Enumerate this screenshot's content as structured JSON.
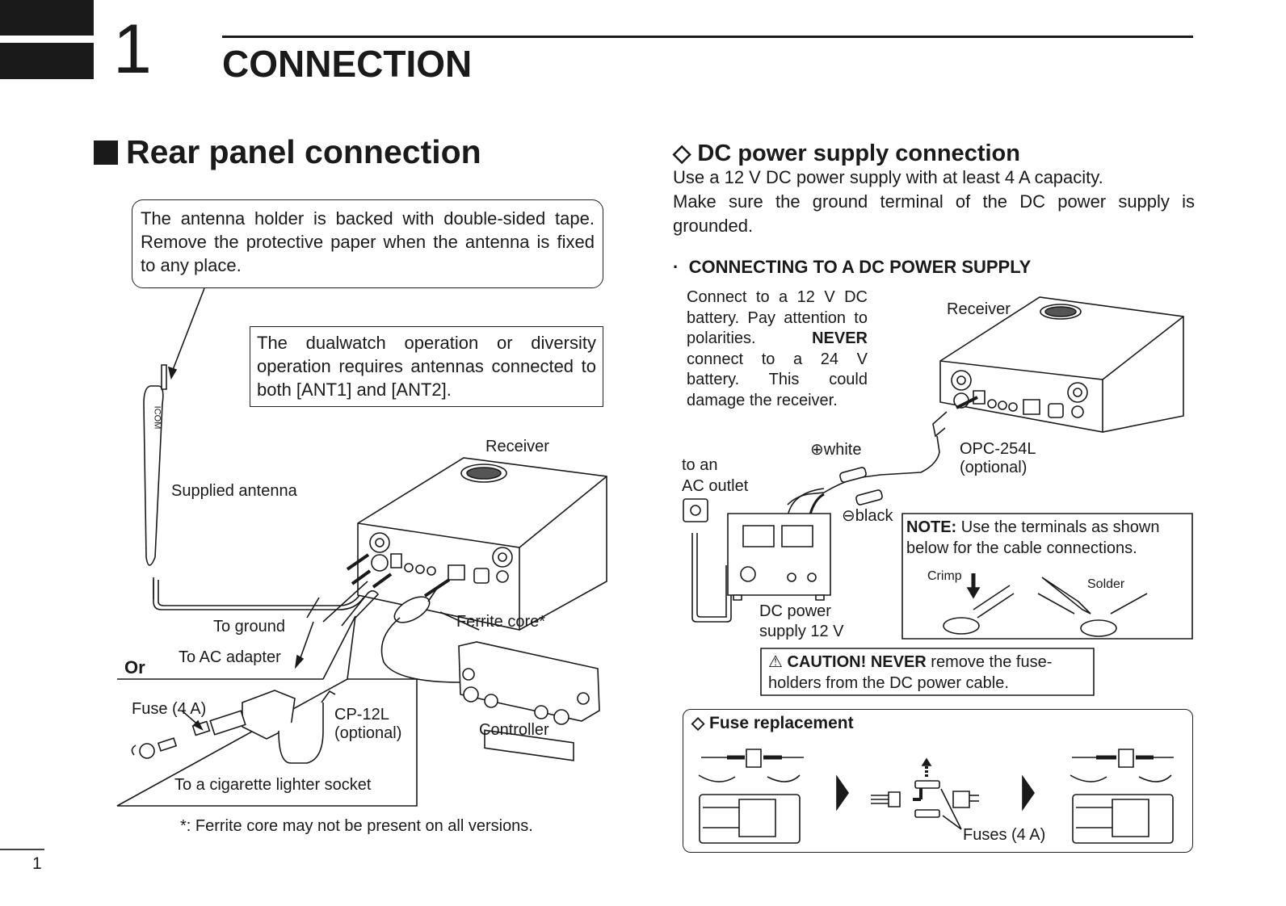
{
  "header": {
    "chapter_number": "1",
    "chapter_title": "CONNECTION"
  },
  "rear_panel": {
    "title": "Rear panel connection",
    "antenna_note": "The antenna holder is backed with double-sided tape. Remove the protective paper when the antenna is fixed to any place.",
    "dualwatch_note": "The dualwatch operation or diversity operation requires antennas connected to both [ANT1] and [ANT2].",
    "labels": {
      "receiver": "Receiver",
      "supplied_antenna": "Supplied antenna",
      "antenna_brand": "ICOM",
      "to_ground": "To ground",
      "to_ac_adapter": "To AC adapter",
      "ferrite_core": "Ferrite core*",
      "controller": "Controller",
      "or": "Or",
      "fuse": "Fuse (4 A)",
      "cp12l": "CP-12L",
      "cp12l_optional": "(optional)",
      "cigarette": "To a cigarette lighter socket"
    },
    "footnote": "*: Ferrite core may not be present on all versions."
  },
  "dc_power": {
    "title": "DC power supply connection",
    "title_icon": "diamond-outline",
    "line1": "Use a 12 V DC power supply with at least 4 A capacity.",
    "line2": "Make sure the ground terminal of the DC power supply is grounded.",
    "subheading": "CONNECTING TO A DC POWER SUPPLY",
    "battery_note_pre": "Connect to a 12 V DC battery. Pay attention to polarities. ",
    "battery_note_bold": "NEVER",
    "battery_note_post": " connect to a 24 V battery. This could damage the receiver.",
    "labels": {
      "receiver": "Receiver",
      "white": "⊕white",
      "black": "⊖black",
      "opc": "OPC-254L",
      "opc_optional": "(optional)",
      "to_an": "to an",
      "ac_outlet": "AC outlet",
      "dc_power": "DC power",
      "supply": "supply 12 V"
    },
    "note_bold": "NOTE:",
    "note_text": " Use the terminals as shown below for the cable connections.",
    "crimp": "Crimp",
    "solder": "Solder",
    "caution_icon": "⚠",
    "caution_bold": "CAUTION! NEVER",
    "caution_text": " remove the fuse-holders from the DC power cable."
  },
  "fuse_replacement": {
    "title": "Fuse replacement",
    "fuses_label": "Fuses (4 A)"
  },
  "footer": {
    "page_number": "1"
  }
}
